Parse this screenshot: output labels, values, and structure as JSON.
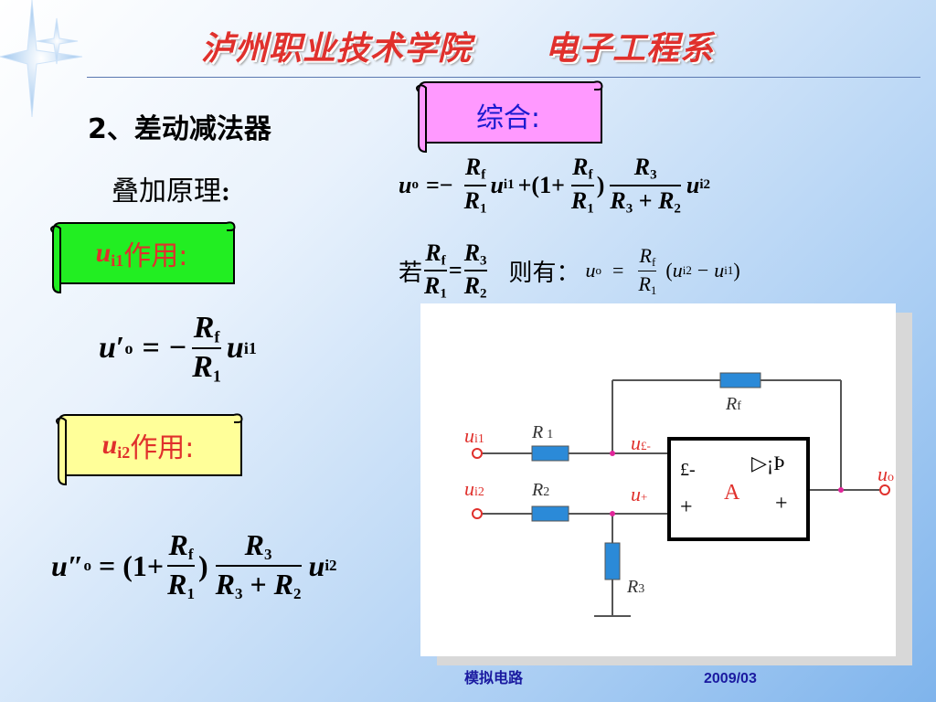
{
  "header": {
    "school": "泸州职业技术学院",
    "dept": "电子工程系"
  },
  "section": {
    "title": "2、差动减法器",
    "superposition": "叠加原理"
  },
  "banners": {
    "ui1": {
      "var": "u",
      "sub": "i1",
      "label": "作用:"
    },
    "ui2": {
      "var": "u",
      "sub": "i2",
      "label": "作用:"
    },
    "combined": {
      "label": "综合:"
    }
  },
  "condition": {
    "if": "若",
    "then": "则有："
  },
  "circuit": {
    "labels": {
      "ui1": "u",
      "ui1_sub": "i1",
      "ui2": "u",
      "ui2_sub": "i2",
      "r1": "R",
      "r1_sub": "1",
      "r2": "R",
      "r2_sub": "2",
      "r3": "R",
      "r3_sub": "3",
      "rf": "R",
      "rf_sub": "f",
      "uminus": "u",
      "uminus_sub": "£-",
      "uplus": "u",
      "uplus_sub": "+",
      "uo": "u",
      "uo_sub": "o",
      "minus_in": "£-",
      "plus_in": "+",
      "amp_symbol": "▷¡Þ",
      "amp_label": "A",
      "amp_plus": "+"
    },
    "colors": {
      "resistor": "#2b8ad8",
      "node": "#e0269a",
      "wire": "#555555",
      "label_red": "#e0302c"
    }
  },
  "footer": {
    "course": "模拟电路",
    "date": "2009/03"
  },
  "colors": {
    "title_red": "#e0302c",
    "banner_green": "#22ee22",
    "banner_yellow": "#ffff99",
    "banner_pink": "#ff99ff",
    "footer_blue": "#1a1aa0"
  }
}
